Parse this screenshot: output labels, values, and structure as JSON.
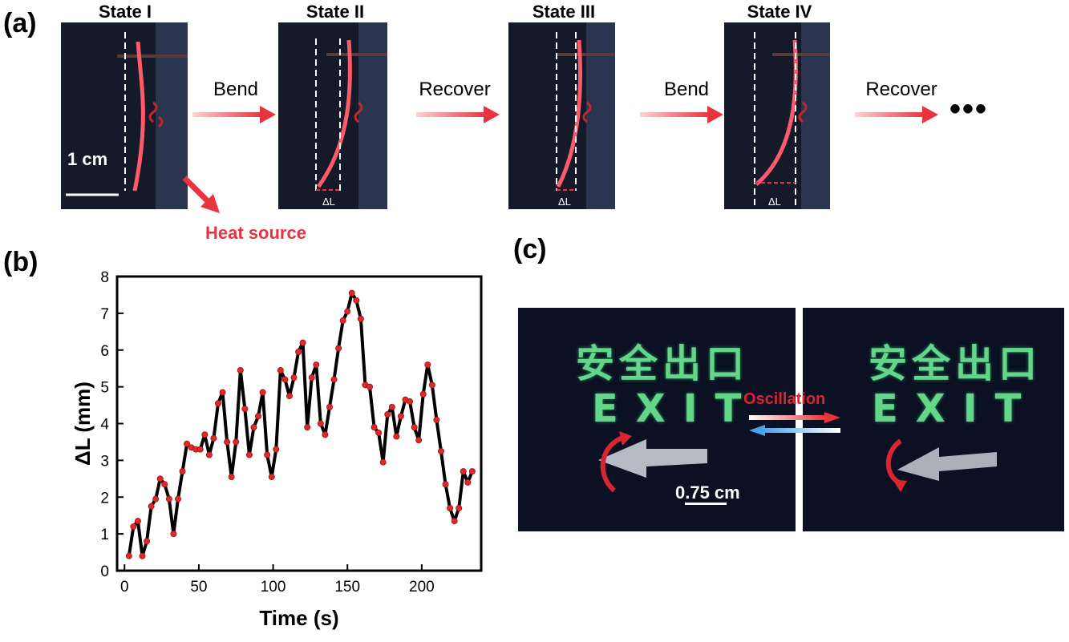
{
  "panels": {
    "a": "(a)",
    "b": "(b)",
    "c": "(c)"
  },
  "panel_a": {
    "states": [
      "State  I",
      "State II",
      "State III",
      "State IV"
    ],
    "steps": [
      "Bend",
      "Recover",
      "Bend",
      "Recover"
    ],
    "ellipsis": "•••",
    "scale_bar": "1 cm",
    "heat_source": "Heat source",
    "delta_label": "ΔL"
  },
  "panel_c": {
    "sign_cn": "安全出口",
    "sign_en": "EXIT",
    "oscillation": "Oscillation",
    "scale_bar": "0.75 cm"
  },
  "colors": {
    "accent_red": "#e8343e",
    "glow_green": "#63d68a",
    "arrow_blue": "#4aa3e8"
  },
  "chart_data": {
    "type": "line",
    "xlabel": "Time (s)",
    "ylabel": "ΔL (mm)",
    "xlim": [
      -5,
      240
    ],
    "ylim": [
      0,
      8
    ],
    "xticks": [
      0,
      50,
      100,
      150,
      200
    ],
    "yticks": [
      0,
      1,
      2,
      3,
      4,
      5,
      6,
      7,
      8
    ],
    "marker": "circle",
    "line_color": "#000000",
    "marker_color": "#e02828",
    "x": [
      3,
      6,
      9,
      12,
      15,
      18,
      21,
      24,
      27,
      30,
      33,
      36,
      39,
      42,
      45,
      48,
      51,
      54,
      57,
      60,
      63,
      66,
      69,
      72,
      75,
      78,
      81,
      84,
      87,
      90,
      93,
      96,
      99,
      102,
      105,
      108,
      111,
      114,
      117,
      120,
      123,
      126,
      129,
      132,
      135,
      138,
      141,
      144,
      147,
      150,
      153,
      156,
      159,
      162,
      165,
      168,
      171,
      174,
      177,
      180,
      183,
      186,
      189,
      192,
      195,
      198,
      201,
      204,
      207,
      210,
      213,
      216,
      219,
      222,
      225,
      228,
      231,
      234
    ],
    "y": [
      0.4,
      1.2,
      1.35,
      0.4,
      0.8,
      1.75,
      1.95,
      2.5,
      2.35,
      1.95,
      1.0,
      1.95,
      2.7,
      3.45,
      3.35,
      3.3,
      3.3,
      3.7,
      3.15,
      3.6,
      4.55,
      4.85,
      3.5,
      2.55,
      3.5,
      5.45,
      4.4,
      3.15,
      3.9,
      4.2,
      4.85,
      3.15,
      2.55,
      3.3,
      5.45,
      5.2,
      4.75,
      5.25,
      5.95,
      6.2,
      3.9,
      5.25,
      5.6,
      4.0,
      3.7,
      4.45,
      5.2,
      6.05,
      6.8,
      7.05,
      7.55,
      7.35,
      6.85,
      5.05,
      5.0,
      3.9,
      3.75,
      2.95,
      4.25,
      4.45,
      3.65,
      4.2,
      4.65,
      4.6,
      3.9,
      3.55,
      4.8,
      5.6,
      5.05,
      4.1,
      3.25,
      2.35,
      1.7,
      1.35,
      1.7,
      2.7,
      2.4,
      2.7
    ]
  }
}
